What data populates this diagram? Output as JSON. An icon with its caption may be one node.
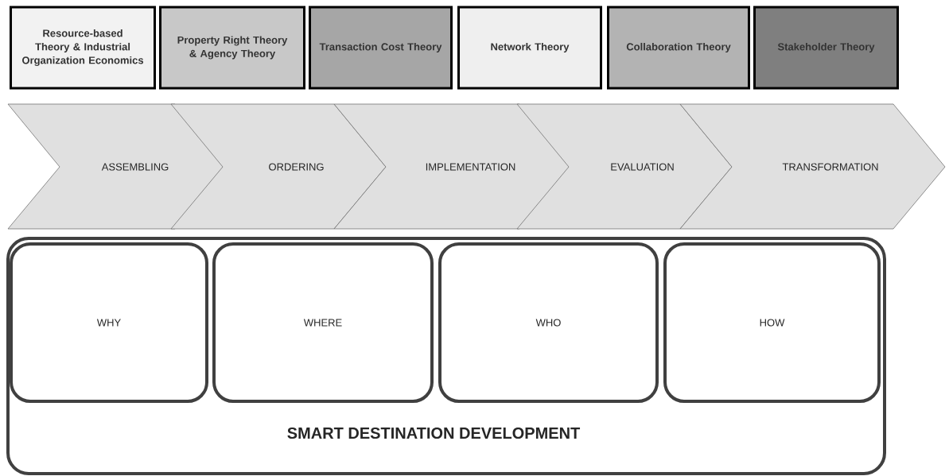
{
  "diagram": {
    "nodes": [
      {
        "text": [
          "Resource-based Theory & Industrial Organization Economics"
        ]
      },
      {
        "text": [
          "Property Right Theory & Agency Theory"
        ]
      },
      {
        "text": [
          "Transaction  Cost Theory"
        ]
      },
      {
        "text": [
          "Network Theory"
        ]
      },
      {
        "text": [
          "Collaboration  Theory"
        ]
      },
      {
        "text": [
          "Stakeholder Theory"
        ]
      },
      {
        "text": [
          "ASSEMBLING"
        ]
      },
      {
        "text": [
          "ORDERING"
        ]
      },
      {
        "text": [
          "IMPLEMENTATION"
        ]
      },
      {
        "text": [
          "EVALUATION"
        ]
      },
      {
        "text": [
          "TRANSFORMATION"
        ]
      },
      {
        "text": [
          "SMART DESTINATION DEVELOPMENT"
        ]
      },
      {
        "text": [
          "WHY"
        ],
        "in": 11
      },
      {
        "text": [
          "WHERE"
        ],
        "in": 11
      },
      {
        "text": [
          "WHO"
        ],
        "in": 11
      },
      {
        "text": [
          "HOW"
        ],
        "in": 11
      }
    ]
  }
}
